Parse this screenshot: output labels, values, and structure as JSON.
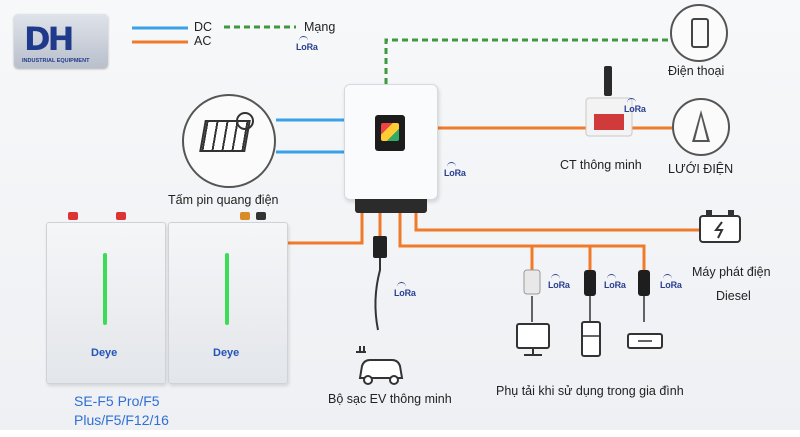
{
  "logo": {
    "mark": "DH",
    "subtitle": "INDUSTRIAL EQUIPMENT"
  },
  "legend": {
    "dc": "DC",
    "ac": "AC",
    "network": "Mạng"
  },
  "lora": "LoRa",
  "labels": {
    "phone": "Điện thoại",
    "pv": "Tấm pin quang điện",
    "ct": "CT thông minh",
    "grid": "LƯỚI ĐIỆN",
    "generator_line1": "Máy phát điện",
    "generator_line2": "Diesel",
    "ev": "Bộ sạc EV thông minh",
    "loads": "Phụ tải khi sử dụng trong gia đình"
  },
  "battery_brand": "Deye",
  "battery_model": {
    "line1": "SE-F5 Pro/F5",
    "line2": "Plus/F5/F12/16"
  },
  "colors": {
    "dc": "#3aa0e8",
    "ac": "#f07a2a",
    "network": "#3f9a3f"
  }
}
